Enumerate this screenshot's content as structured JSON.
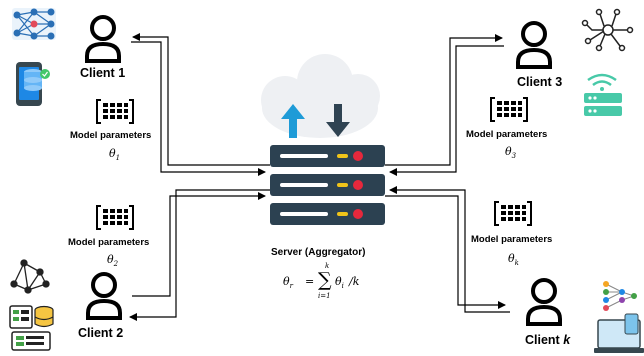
{
  "clients": [
    {
      "name": "Client 1",
      "params_label": "Model parameters",
      "theta": "θ",
      "subscript": "1"
    },
    {
      "name": "Client 2",
      "params_label": "Model parameters",
      "theta": "θ",
      "subscript": "2"
    },
    {
      "name": "Client 3",
      "params_label": "Model parameters",
      "theta": "θ",
      "subscript": "3"
    },
    {
      "name": "Client k",
      "params_label": "Model parameters",
      "theta": "θ",
      "subscript": "k"
    }
  ],
  "server": {
    "title": "Server (Aggregator)",
    "formula_lhs": "θ",
    "formula_lhs_sub": "r",
    "formula_eq": "=",
    "sum_upper": "k",
    "sum_lower": "i=1",
    "formula_rhs": "θ",
    "formula_rhs_sub": "i",
    "formula_div": "/k"
  },
  "colors": {
    "upload_arrow": "#1e9bd7",
    "download_arrow": "#2f4352",
    "server_unit": "#2c4151",
    "server_strip": "#ffffff",
    "led_yellow": "#f0c419",
    "led_red": "#e6283c",
    "cloud": "#eef0f3",
    "network_icon": "#2a6fb5",
    "router_icon": "#48c9a8",
    "phone_icon": "#1e88e5"
  },
  "icons": [
    "user-icon",
    "cloud-icon",
    "server-rack-icon",
    "neural-network-icon",
    "phone-database-icon",
    "graph-icon",
    "database-icon",
    "circuit-icon",
    "wifi-router-icon",
    "tree-network-icon",
    "laptop-icon",
    "matrix-icon"
  ]
}
